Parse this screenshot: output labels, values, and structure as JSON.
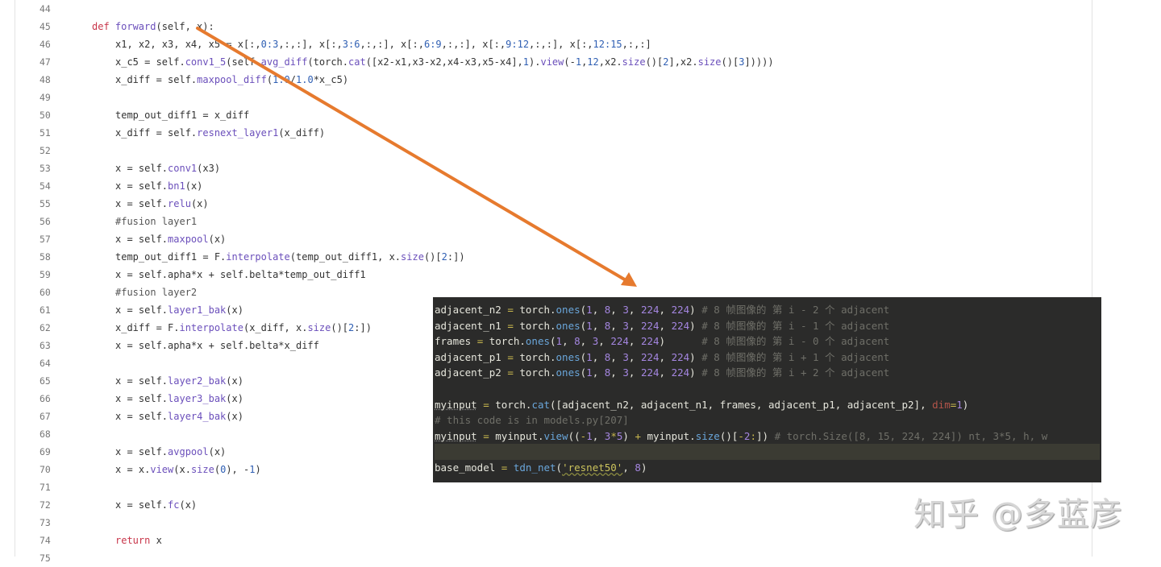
{
  "editor": {
    "lines": [
      {
        "num": "44",
        "indent": 0,
        "tokens": []
      },
      {
        "num": "45",
        "indent": 1,
        "tokens": [
          [
            "k",
            "def "
          ],
          [
            "f",
            "forward"
          ],
          [
            "p",
            "(self, x):"
          ]
        ]
      },
      {
        "num": "46",
        "indent": 2,
        "tokens": [
          [
            "p",
            "x1, x2, x3, x4, x5 = x[:,"
          ],
          [
            "n",
            "0:3"
          ],
          [
            "p",
            ",:,:], x[:,"
          ],
          [
            "n",
            "3:6"
          ],
          [
            "p",
            ",:,:], x[:,"
          ],
          [
            "n",
            "6:9"
          ],
          [
            "p",
            ",:,:], x[:,"
          ],
          [
            "n",
            "9:12"
          ],
          [
            "p",
            ",:,:], x[:,"
          ],
          [
            "n",
            "12:15"
          ],
          [
            "p",
            ",:,:]"
          ]
        ]
      },
      {
        "num": "47",
        "indent": 2,
        "tokens": [
          [
            "p",
            "x_c5 = self."
          ],
          [
            "f",
            "conv1_5"
          ],
          [
            "p",
            "(self."
          ],
          [
            "f",
            "avg_diff"
          ],
          [
            "p",
            "(torch."
          ],
          [
            "f",
            "cat"
          ],
          [
            "p",
            "([x2-x1,x3-x2,x4-x3,x5-x4],"
          ],
          [
            "n",
            "1"
          ],
          [
            "p",
            ")."
          ],
          [
            "f",
            "view"
          ],
          [
            "p",
            "(-"
          ],
          [
            "n",
            "1"
          ],
          [
            "p",
            ","
          ],
          [
            "n",
            "12"
          ],
          [
            "p",
            ",x2."
          ],
          [
            "f",
            "size"
          ],
          [
            "p",
            "()["
          ],
          [
            "n",
            "2"
          ],
          [
            "p",
            "],x2."
          ],
          [
            "f",
            "size"
          ],
          [
            "p",
            "()["
          ],
          [
            "n",
            "3"
          ],
          [
            "p",
            "]))))"
          ]
        ]
      },
      {
        "num": "48",
        "indent": 2,
        "tokens": [
          [
            "p",
            "x_diff = self."
          ],
          [
            "f",
            "maxpool_diff"
          ],
          [
            "p",
            "("
          ],
          [
            "n",
            "1.0"
          ],
          [
            "p",
            "/"
          ],
          [
            "n",
            "1.0"
          ],
          [
            "p",
            "*x_c5)"
          ]
        ]
      },
      {
        "num": "49",
        "indent": 0,
        "tokens": []
      },
      {
        "num": "50",
        "indent": 2,
        "tokens": [
          [
            "p",
            "temp_out_diff1 = x_diff"
          ]
        ]
      },
      {
        "num": "51",
        "indent": 2,
        "tokens": [
          [
            "p",
            "x_diff = self."
          ],
          [
            "f",
            "resnext_layer1"
          ],
          [
            "p",
            "(x_diff)"
          ]
        ]
      },
      {
        "num": "52",
        "indent": 0,
        "tokens": []
      },
      {
        "num": "53",
        "indent": 2,
        "tokens": [
          [
            "p",
            "x = self."
          ],
          [
            "f",
            "conv1"
          ],
          [
            "p",
            "(x3)"
          ]
        ]
      },
      {
        "num": "54",
        "indent": 2,
        "tokens": [
          [
            "p",
            "x = self."
          ],
          [
            "f",
            "bn1"
          ],
          [
            "p",
            "(x)"
          ]
        ]
      },
      {
        "num": "55",
        "indent": 2,
        "tokens": [
          [
            "p",
            "x = self."
          ],
          [
            "f",
            "relu"
          ],
          [
            "p",
            "(x)"
          ]
        ]
      },
      {
        "num": "56",
        "indent": 2,
        "tokens": [
          [
            "c",
            "#fusion layer1"
          ]
        ]
      },
      {
        "num": "57",
        "indent": 2,
        "tokens": [
          [
            "p",
            "x = self."
          ],
          [
            "f",
            "maxpool"
          ],
          [
            "p",
            "(x)"
          ]
        ]
      },
      {
        "num": "58",
        "indent": 2,
        "tokens": [
          [
            "p",
            "temp_out_diff1 = F."
          ],
          [
            "f",
            "interpolate"
          ],
          [
            "p",
            "(temp_out_diff1, x."
          ],
          [
            "f",
            "size"
          ],
          [
            "p",
            "()["
          ],
          [
            "n",
            "2"
          ],
          [
            "p",
            ":])"
          ]
        ]
      },
      {
        "num": "59",
        "indent": 2,
        "tokens": [
          [
            "p",
            "x = self.apha*x + self.belta*temp_out_diff1"
          ]
        ]
      },
      {
        "num": "60",
        "indent": 2,
        "tokens": [
          [
            "c",
            "#fusion layer2"
          ]
        ]
      },
      {
        "num": "61",
        "indent": 2,
        "tokens": [
          [
            "p",
            "x = self."
          ],
          [
            "f",
            "layer1_bak"
          ],
          [
            "p",
            "(x)"
          ]
        ]
      },
      {
        "num": "62",
        "indent": 2,
        "tokens": [
          [
            "p",
            "x_diff = F."
          ],
          [
            "f",
            "interpolate"
          ],
          [
            "p",
            "(x_diff, x."
          ],
          [
            "f",
            "size"
          ],
          [
            "p",
            "()["
          ],
          [
            "n",
            "2"
          ],
          [
            "p",
            ":])"
          ]
        ]
      },
      {
        "num": "63",
        "indent": 2,
        "tokens": [
          [
            "p",
            "x = self.apha*x + self.belta*x_diff"
          ]
        ]
      },
      {
        "num": "64",
        "indent": 0,
        "tokens": []
      },
      {
        "num": "65",
        "indent": 2,
        "tokens": [
          [
            "p",
            "x = self."
          ],
          [
            "f",
            "layer2_bak"
          ],
          [
            "p",
            "(x)"
          ]
        ]
      },
      {
        "num": "66",
        "indent": 2,
        "tokens": [
          [
            "p",
            "x = self."
          ],
          [
            "f",
            "layer3_bak"
          ],
          [
            "p",
            "(x)"
          ]
        ]
      },
      {
        "num": "67",
        "indent": 2,
        "tokens": [
          [
            "p",
            "x = self."
          ],
          [
            "f",
            "layer4_bak"
          ],
          [
            "p",
            "(x)"
          ]
        ]
      },
      {
        "num": "68",
        "indent": 0,
        "tokens": []
      },
      {
        "num": "69",
        "indent": 2,
        "tokens": [
          [
            "p",
            "x = self."
          ],
          [
            "f",
            "avgpool"
          ],
          [
            "p",
            "(x)"
          ]
        ]
      },
      {
        "num": "70",
        "indent": 2,
        "tokens": [
          [
            "p",
            "x = x."
          ],
          [
            "f",
            "view"
          ],
          [
            "p",
            "(x."
          ],
          [
            "f",
            "size"
          ],
          [
            "p",
            "("
          ],
          [
            "n",
            "0"
          ],
          [
            "p",
            "), -"
          ],
          [
            "n",
            "1"
          ],
          [
            "p",
            ")"
          ]
        ]
      },
      {
        "num": "71",
        "indent": 0,
        "tokens": []
      },
      {
        "num": "72",
        "indent": 2,
        "tokens": [
          [
            "p",
            "x = self."
          ],
          [
            "f",
            "fc"
          ],
          [
            "p",
            "(x)"
          ]
        ]
      },
      {
        "num": "73",
        "indent": 0,
        "tokens": []
      },
      {
        "num": "74",
        "indent": 2,
        "tokens": [
          [
            "k",
            "return "
          ],
          [
            "p",
            "x"
          ]
        ]
      },
      {
        "num": "75",
        "indent": 0,
        "tokens": []
      }
    ]
  },
  "snippet": {
    "lines": [
      [
        [
          "p",
          "adjacent_n2 "
        ],
        [
          "o",
          "="
        ],
        [
          "p",
          " torch."
        ],
        [
          "f",
          "ones"
        ],
        [
          "p",
          "("
        ],
        [
          "n",
          "1"
        ],
        [
          "p",
          ", "
        ],
        [
          "n",
          "8"
        ],
        [
          "p",
          ", "
        ],
        [
          "n",
          "3"
        ],
        [
          "p",
          ", "
        ],
        [
          "n",
          "224"
        ],
        [
          "p",
          ", "
        ],
        [
          "n",
          "224"
        ],
        [
          "p",
          ") "
        ],
        [
          "c",
          "# 8 帧图像的 第 i - 2 个 adjacent"
        ]
      ],
      [
        [
          "p",
          "adjacent_n1 "
        ],
        [
          "o",
          "="
        ],
        [
          "p",
          " torch."
        ],
        [
          "f",
          "ones"
        ],
        [
          "p",
          "("
        ],
        [
          "n",
          "1"
        ],
        [
          "p",
          ", "
        ],
        [
          "n",
          "8"
        ],
        [
          "p",
          ", "
        ],
        [
          "n",
          "3"
        ],
        [
          "p",
          ", "
        ],
        [
          "n",
          "224"
        ],
        [
          "p",
          ", "
        ],
        [
          "n",
          "224"
        ],
        [
          "p",
          ") "
        ],
        [
          "c",
          "# 8 帧图像的 第 i - 1 个 adjacent"
        ]
      ],
      [
        [
          "p",
          "frames "
        ],
        [
          "o",
          "="
        ],
        [
          "p",
          " torch."
        ],
        [
          "f",
          "ones"
        ],
        [
          "p",
          "("
        ],
        [
          "n",
          "1"
        ],
        [
          "p",
          ", "
        ],
        [
          "n",
          "8"
        ],
        [
          "p",
          ", "
        ],
        [
          "n",
          "3"
        ],
        [
          "p",
          ", "
        ],
        [
          "n",
          "224"
        ],
        [
          "p",
          ", "
        ],
        [
          "n",
          "224"
        ],
        [
          "p",
          ")      "
        ],
        [
          "c",
          "# 8 帧图像的 第 i - 0 个 adjacent"
        ]
      ],
      [
        [
          "p",
          "adjacent_p1 "
        ],
        [
          "o",
          "="
        ],
        [
          "p",
          " torch."
        ],
        [
          "f",
          "ones"
        ],
        [
          "p",
          "("
        ],
        [
          "n",
          "1"
        ],
        [
          "p",
          ", "
        ],
        [
          "n",
          "8"
        ],
        [
          "p",
          ", "
        ],
        [
          "n",
          "3"
        ],
        [
          "p",
          ", "
        ],
        [
          "n",
          "224"
        ],
        [
          "p",
          ", "
        ],
        [
          "n",
          "224"
        ],
        [
          "p",
          ") "
        ],
        [
          "c",
          "# 8 帧图像的 第 i + 1 个 adjacent"
        ]
      ],
      [
        [
          "p",
          "adjacent_p2 "
        ],
        [
          "o",
          "="
        ],
        [
          "p",
          " torch."
        ],
        [
          "f",
          "ones"
        ],
        [
          "p",
          "("
        ],
        [
          "n",
          "1"
        ],
        [
          "p",
          ", "
        ],
        [
          "n",
          "8"
        ],
        [
          "p",
          ", "
        ],
        [
          "n",
          "3"
        ],
        [
          "p",
          ", "
        ],
        [
          "n",
          "224"
        ],
        [
          "p",
          ", "
        ],
        [
          "n",
          "224"
        ],
        [
          "p",
          ") "
        ],
        [
          "c",
          "# 8 帧图像的 第 i + 2 个 adjacent"
        ]
      ],
      [],
      [
        [
          "u",
          "myinput"
        ],
        [
          "p",
          " "
        ],
        [
          "o",
          "="
        ],
        [
          "p",
          " torch."
        ],
        [
          "f",
          "cat"
        ],
        [
          "p",
          "([adjacent_n2, adjacent_n1, frames, adjacent_p1, adjacent_p2], "
        ],
        [
          "r",
          "dim"
        ],
        [
          "o",
          "="
        ],
        [
          "n",
          "1"
        ],
        [
          "p",
          ")"
        ]
      ],
      [
        [
          "c",
          "# this code is in models.py[207]"
        ]
      ],
      [
        [
          "u",
          "myinput"
        ],
        [
          "p",
          " "
        ],
        [
          "o",
          "="
        ],
        [
          "p",
          " myinput."
        ],
        [
          "f",
          "view"
        ],
        [
          "p",
          "(("
        ],
        [
          "o",
          "-"
        ],
        [
          "n",
          "1"
        ],
        [
          "p",
          ", "
        ],
        [
          "n",
          "3"
        ],
        [
          "o",
          "*"
        ],
        [
          "n",
          "5"
        ],
        [
          "p",
          ") "
        ],
        [
          "o",
          "+"
        ],
        [
          "p",
          " myinput."
        ],
        [
          "f",
          "size"
        ],
        [
          "p",
          "()["
        ],
        [
          "o",
          "-"
        ],
        [
          "n",
          "2"
        ],
        [
          "o",
          ":"
        ],
        [
          "p",
          "]) "
        ],
        [
          "c",
          "# torch.Size([8, 15, 224, 224]) nt, 3*5, h, w"
        ]
      ],
      [],
      [
        [
          "p",
          "base_model "
        ],
        [
          "o",
          "="
        ],
        [
          "p",
          " "
        ],
        [
          "f",
          "tdn_net"
        ],
        [
          "p",
          "("
        ],
        [
          "s",
          "'resnet50'"
        ],
        [
          "p",
          ", "
        ],
        [
          "n",
          "8"
        ],
        [
          "p",
          ")"
        ]
      ]
    ],
    "highlighted_line": 9
  },
  "annotation": {
    "arrow_color": "#e67a2e"
  },
  "watermark": "知乎 @多蓝彦"
}
